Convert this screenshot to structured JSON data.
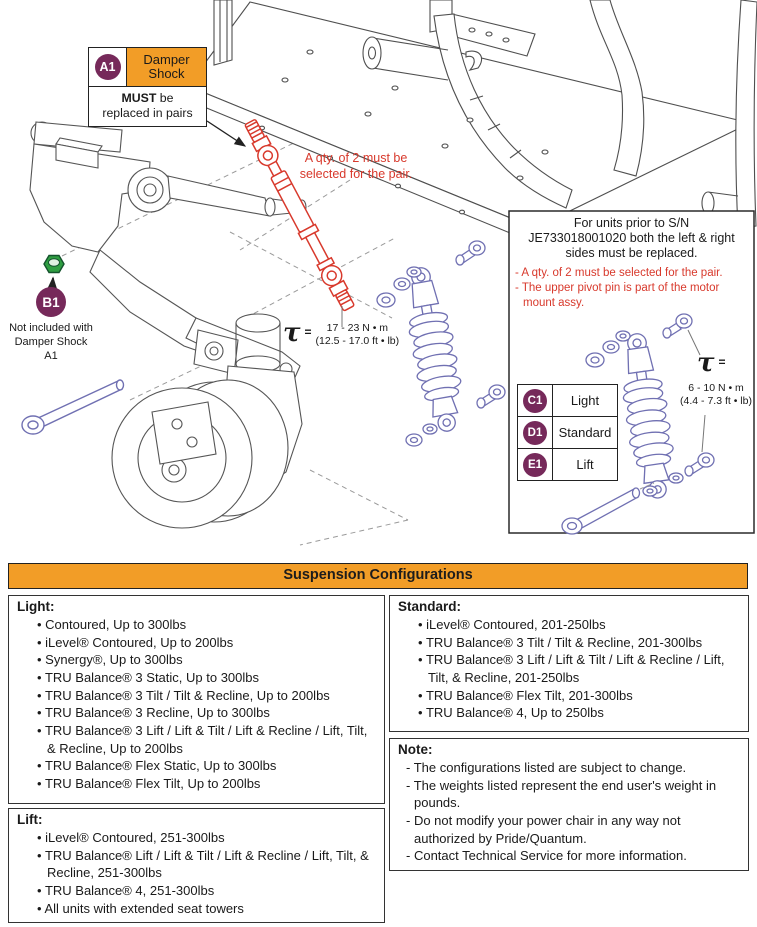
{
  "colors": {
    "orange": "#F29D27",
    "purple": "#76295A",
    "red": "#D8392C",
    "green": "#2F9E41",
    "hardware_blue": "#7070B2"
  },
  "diagram": {
    "a1": {
      "id": "A1",
      "part": "Damper Shock",
      "must": "MUST",
      "note1": " be",
      "note2": "replaced in pairs"
    },
    "b1": {
      "id": "B1",
      "note": "Not included with Damper Shock A1"
    },
    "qty_note": "A qty. of 2 must be selected for the pair.",
    "torque_left": {
      "symbol": "τ",
      "eq": "=",
      "line1": "17 - 23  N • m",
      "line2": "(12.5 - 17.0 ft • lb)"
    },
    "torque_right": {
      "symbol": "τ",
      "eq": "=",
      "line1": "6 - 10  N • m",
      "line2": "(4.4 - 7.3 ft • lb)"
    },
    "sn_box": {
      "heading_line1": "For units prior to S/N",
      "heading_line2": "JE733018001020 both the left & right",
      "heading_line3": "sides must be replaced.",
      "bullets": [
        "A qty. of 2 must be selected for the pair.",
        "The upper pivot pin is part of the motor mount assy."
      ],
      "legend": [
        {
          "id": "C1",
          "label": "Light"
        },
        {
          "id": "D1",
          "label": "Standard"
        },
        {
          "id": "E1",
          "label": "Lift"
        }
      ]
    }
  },
  "config": {
    "title": "Suspension Configurations",
    "light": {
      "heading": "Light:",
      "items": [
        "Contoured, Up to 300lbs",
        "iLevel® Contoured, Up to 200lbs",
        "Synergy®, Up to 300lbs",
        "TRU Balance® 3 Static, Up to 300lbs",
        "TRU Balance® 3 Tilt / Tilt & Recline, Up to 200lbs",
        "TRU Balance® 3 Recline, Up to 300lbs",
        "TRU Balance® 3 Lift / Lift & Tilt / Lift & Recline / Lift, Tilt, & Recline, Up to 200lbs",
        "TRU Balance® Flex Static, Up to 300lbs",
        "TRU Balance® Flex Tilt, Up to 200lbs"
      ]
    },
    "standard": {
      "heading": "Standard:",
      "items": [
        "iLevel® Contoured, 201-250lbs",
        "TRU Balance® 3 Tilt / Tilt & Recline, 201-300lbs",
        "TRU Balance® 3 Lift / Lift & Tilt / Lift & Recline / Lift, Tilt, & Recline, 201-250lbs",
        "TRU Balance® Flex Tilt, 201-300lbs",
        "TRU Balance® 4, Up to 250lbs"
      ]
    },
    "lift": {
      "heading": "Lift:",
      "items": [
        "iLevel® Contoured, 251-300lbs",
        "TRU Balance® Lift / Lift & Tilt / Lift & Recline / Lift, Tilt, & Recline, 251-300lbs",
        "TRU Balance® 4, 251-300lbs",
        "All units with extended seat towers"
      ]
    },
    "note": {
      "heading": "Note:",
      "items": [
        "The configurations listed are subject to change.",
        "The weights listed represent the end user's weight in pounds.",
        "Do not modify your power chair in any way not authorized by Pride/Quantum.",
        "Contact Technical Service for more information."
      ]
    }
  }
}
